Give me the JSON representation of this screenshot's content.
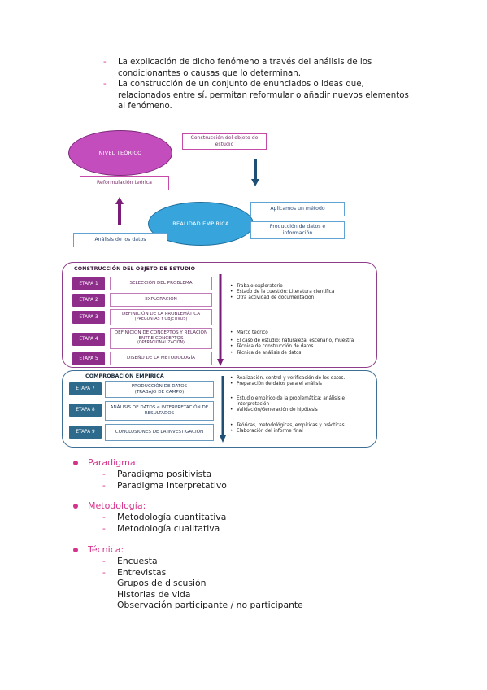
{
  "intro": [
    {
      "dash": "-",
      "text": "La explicación de dicho fenómeno a través del análisis de los condicionantes o causas que lo determinan."
    },
    {
      "dash": "-",
      "text": "La construcción de un conjunto de enunciados o ideas que, relacionados entre sí, permitan reformular o añadir nuevos elementos al fenómeno."
    }
  ],
  "diagram1": {
    "nivel_teorico": "NIVEL TEÓRICO",
    "realidad_empirica": "REALIDAD EMPÍRICA",
    "construccion_objeto": "Construcción del objeto de estudio",
    "reformulacion_teorica": "Reformulación teórica",
    "aplicamos_metodo": "Aplicamos un método",
    "produccion_datos": "Producción de datos e información",
    "analisis_datos": "Análisis de los datos"
  },
  "diagram2": {
    "section1_title": "CONSTRUCCIÓN DEL OBJETO DE ESTUDIO",
    "section2_title": "COMPROBACIÓN EMPÍRICA",
    "stages1": [
      {
        "etapa": "ETAPA 1",
        "label": "SELECCIÓN DEL PROBLEMA",
        "sub": ""
      },
      {
        "etapa": "ETAPA 2",
        "label": "EXPLORACIÓN",
        "sub": ""
      },
      {
        "etapa": "ETAPA 3",
        "label": "DEFINICIÓN DE LA PROBLEMÁTICA",
        "sub": "(PREGUNTAS Y OBJETIVOS)"
      },
      {
        "etapa": "ETAPA 4",
        "label": "DEFINICIÓN DE CONCEPTOS Y RELACIÓN ENTRE CONCEPTOS",
        "sub": "(OPERACIONALIZACIÓN)"
      },
      {
        "etapa": "ETAPA 5",
        "label": "DISEÑO DE LA METODOLOGÍA",
        "sub": ""
      }
    ],
    "stages2": [
      {
        "etapa": "ETAPA 7",
        "label": "PRODUCCIÓN DE DATOS",
        "sub": "(TRABAJO DE CAMPO)"
      },
      {
        "etapa": "ETAPA 8",
        "label": "ANÁLISIS DE DATOS e INTERPRETACIÓN DE RESULTADOS",
        "sub": ""
      },
      {
        "etapa": "ETAPA 9",
        "label": "CONCLUSIONES DE LA INVESTIGACIÓN",
        "sub": ""
      }
    ],
    "bullets1a": [
      "Trabajo exploratorio",
      "Estado de la cuestión: Literatura científica",
      "Otra actividad de documentación"
    ],
    "bullets1b": [
      "Marco teórico",
      "El caso de estudio: naturaleza, escenario, muestra",
      "Técnica de construcción de datos",
      "Técnica de análisis de datos"
    ],
    "bullets2a": [
      "Realización, control y verificación de los datos.",
      "Preparación de datos para el análisis"
    ],
    "bullets2b": [
      "Estudio empírico de la problemática: análisis e interpretación",
      "Validación/Generación de hipótesis"
    ],
    "bullets2c": [
      "Teóricas, metodológicas, empíricas y prácticas",
      "Elaboración del informe final"
    ]
  },
  "categories": [
    {
      "title": "Paradigma:",
      "items": [
        {
          "dash": "-",
          "text": "Paradigma positivista"
        },
        {
          "dash": "-",
          "text": "Paradigma interpretativo"
        }
      ]
    },
    {
      "title": "Metodología:",
      "items": [
        {
          "dash": "-",
          "text": "Metodología cuantitativa"
        },
        {
          "dash": "-",
          "text": "Metodología cualitativa"
        }
      ]
    },
    {
      "title": "Técnica:",
      "items": [
        {
          "dash": "-",
          "text": "Encuesta"
        },
        {
          "dash": "-",
          "text": "Entrevistas"
        },
        {
          "dash": "",
          "text": "Grupos de discusión"
        },
        {
          "dash": "",
          "text": "Historias de vida"
        },
        {
          "dash": "",
          "text": "Observación participante / no participante"
        }
      ]
    }
  ],
  "colors": {
    "accent_pink": "#d4338c",
    "purple": "#8e2d8a",
    "blue": "#2d6a8c",
    "ellipse_purple": "#c44dbd",
    "ellipse_blue": "#38a4dc"
  }
}
